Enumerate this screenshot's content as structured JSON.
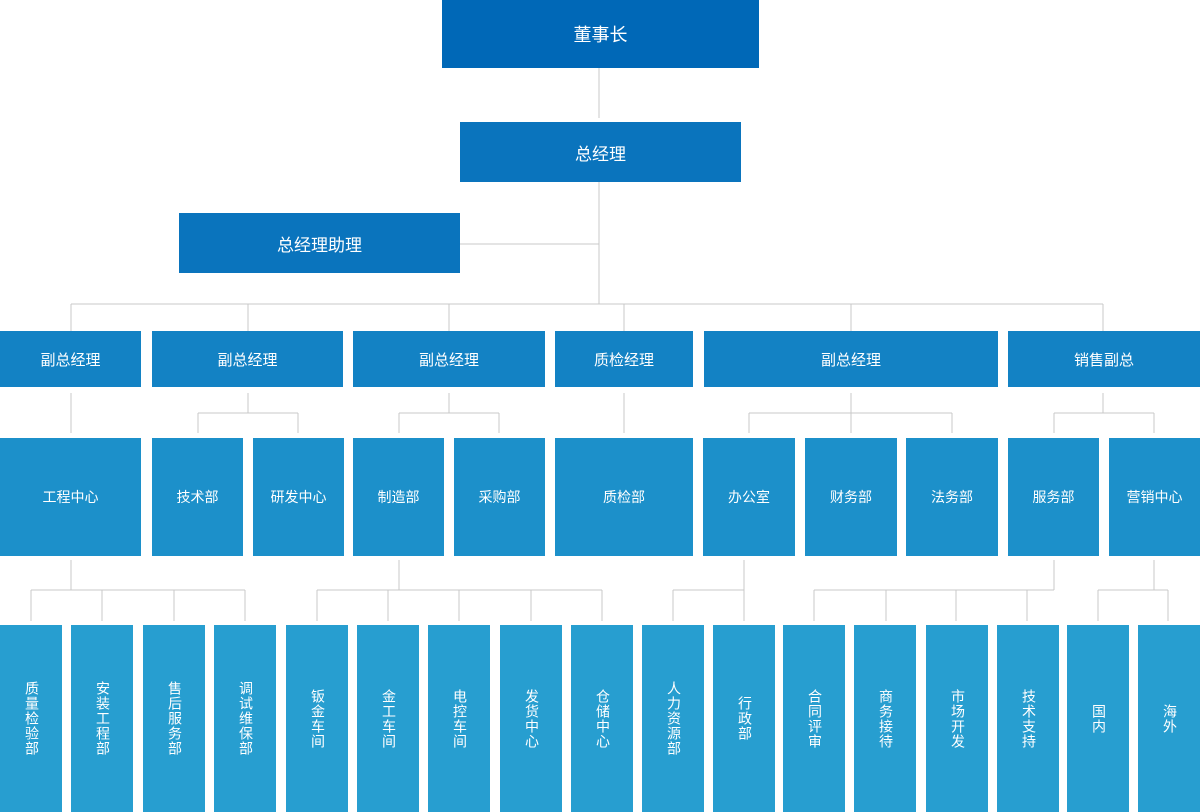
{
  "chairman": "董事长",
  "general_manager": "总经理",
  "gm_assistant": "总经理助理",
  "level2": [
    "副总经理",
    "副总经理",
    "副总经理",
    "质检经理",
    "副总经理",
    "销售副总"
  ],
  "level3": [
    "工程中心",
    "技术部",
    "研发中心",
    "制造部",
    "采购部",
    "质检部",
    "办公室",
    "财务部",
    "法务部",
    "服务部",
    "营销中心"
  ],
  "level4": [
    "质量检验部",
    "安装工程部",
    "售后服务部",
    "调试维保部",
    "钣金车间",
    "金工车间",
    "电控车间",
    "发货中心",
    "仓储中心",
    "人力资源部",
    "行政部",
    "合同评审",
    "商务接待",
    "市场开发",
    "技术支持",
    "国内",
    "海外"
  ],
  "colors": {
    "chairman": "#0068b7",
    "gm": "#0a74bd",
    "level2": "#1382c4",
    "level3": "#1c90ca",
    "level4": "#279ed0",
    "connector": "#c8c8c8"
  }
}
